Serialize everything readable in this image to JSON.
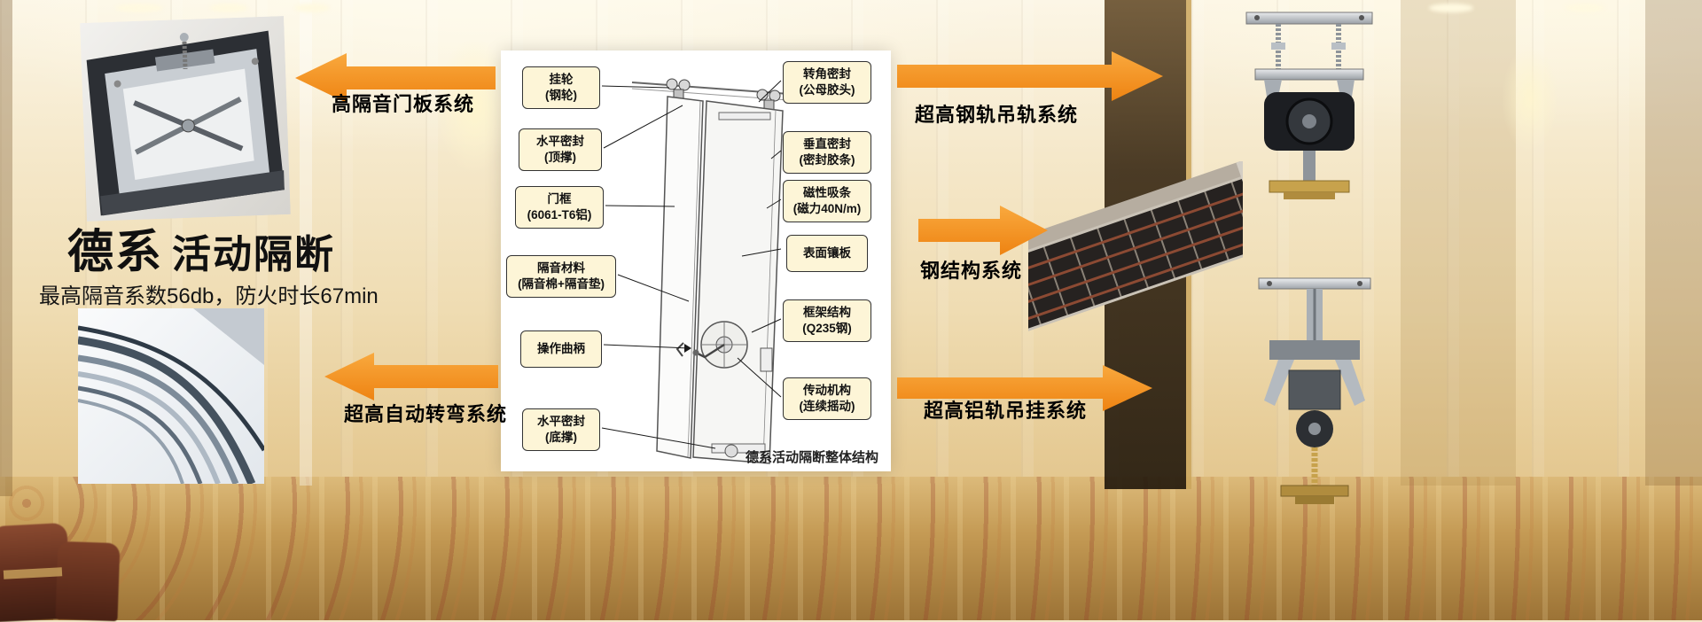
{
  "colors": {
    "accent_orange": "#f7941e",
    "callout_bg": "#fdf5d7",
    "panel_bg": "#ffffff",
    "text": "#000000"
  },
  "title": {
    "brand": "德系",
    "product": "活动隔断",
    "subtitle": "最高隔音系数56db，防火时长67min"
  },
  "systems": {
    "door_panel": "高隔音门板系统",
    "auto_turn": "超高自动转弯系统",
    "steel_rail": "超高钢轨吊轨系统",
    "steel_structure": "钢结构系统",
    "alu_rail": "超高铝轨吊挂系统"
  },
  "diagram": {
    "caption": "德系活动隔断整体结构",
    "left_labels": [
      "挂轮\n(钢轮)",
      "水平密封\n(顶撑)",
      "门框\n(6061-T6铝)",
      "隔音材料\n(隔音棉+隔音垫)",
      "操作曲柄",
      "水平密封\n(底撑)"
    ],
    "right_labels": [
      "转角密封\n(公母胶头)",
      "垂直密封\n(密封胶条)",
      "磁性吸条\n(磁力40N/m)",
      "表面镶板",
      "框架结构\n(Q235钢)",
      "传动机构\n(连续摇动)"
    ]
  }
}
